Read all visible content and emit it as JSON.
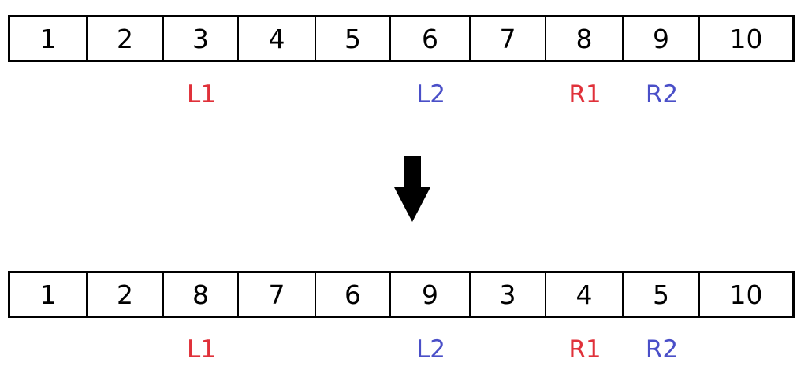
{
  "colors": {
    "left_pointer": "#e0313a",
    "right_pointer_alt": "#4a4fc8",
    "border": "#000000",
    "text": "#000000"
  },
  "before": {
    "cells": [
      "1",
      "2",
      "3",
      "4",
      "5",
      "6",
      "7",
      "8",
      "9",
      "10"
    ],
    "pointers": [
      {
        "label": "L1",
        "index": 2,
        "color": "#e0313a"
      },
      {
        "label": "L2",
        "index": 5,
        "color": "#4a4fc8"
      },
      {
        "label": "R1",
        "index": 7,
        "color": "#e0313a"
      },
      {
        "label": "R2",
        "index": 8,
        "color": "#4a4fc8"
      }
    ]
  },
  "transition": {
    "icon": "arrow-down-icon"
  },
  "after": {
    "cells": [
      "1",
      "2",
      "8",
      "7",
      "6",
      "9",
      "3",
      "4",
      "5",
      "10"
    ],
    "pointers": [
      {
        "label": "L1",
        "index": 2,
        "color": "#e0313a"
      },
      {
        "label": "L2",
        "index": 5,
        "color": "#4a4fc8"
      },
      {
        "label": "R1",
        "index": 7,
        "color": "#e0313a"
      },
      {
        "label": "R2",
        "index": 8,
        "color": "#4a4fc8"
      }
    ]
  }
}
